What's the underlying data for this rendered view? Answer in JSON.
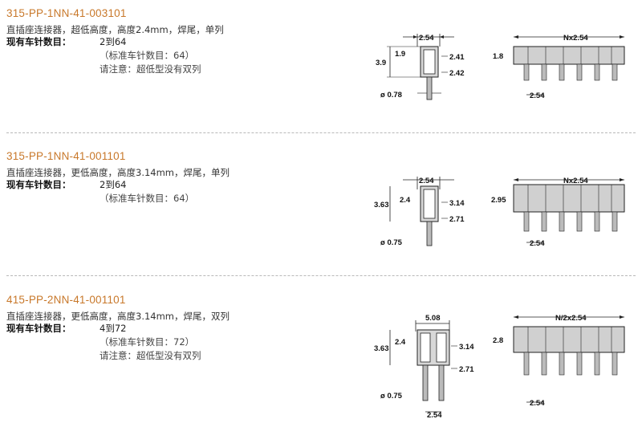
{
  "products": [
    {
      "part_number": "315-PP-1NN-41-003101",
      "description": "直插座连接器，超低高度，高度2.4mm，焊尾，单列",
      "stock_label": "现有车针数目：",
      "pin_range": "2到64",
      "standard_pins": "（标准车针数目：64）",
      "note": "请注意：超低型没有双列",
      "side_view": {
        "pitch": "2.54",
        "height": "3.9",
        "inner": "1.9",
        "dim_a": "2.41",
        "dim_b": "2.42",
        "diameter": "ø 0.78"
      },
      "front_view": {
        "total": "Nx2.54",
        "height": "1.8",
        "pitch": "2.54"
      }
    },
    {
      "part_number": "315-PP-1NN-41-001101",
      "description": "直插座连接器，更低高度，高度3.14mm，焊尾，单列",
      "stock_label": "现有车针数目：",
      "pin_range": "2到64",
      "standard_pins": "（标准车针数目：64）",
      "note": "",
      "side_view": {
        "pitch": "2.54",
        "height": "3.63",
        "inner": "2.4",
        "dim_a": "3.14",
        "dim_b": "2.71",
        "diameter": "ø 0.75"
      },
      "front_view": {
        "total": "Nx2.54",
        "height": "2.95",
        "pitch": "2.54"
      }
    },
    {
      "part_number": "415-PP-2NN-41-001101",
      "description": "直插座连接器，更低高度，高度3.14mm，焊尾，双列",
      "stock_label": "现有车针数目：",
      "pin_range": "4到72",
      "standard_pins": "（标准车针数目：72）",
      "note": "请注意：超低型没有双列",
      "side_view": {
        "pitch": "5.08",
        "height": "3.63",
        "inner": "2.4",
        "dim_a": "3.14",
        "dim_b": "2.71",
        "diameter": "ø 0.75",
        "row_pitch": "2.54"
      },
      "front_view": {
        "total": "N/2x2.54",
        "height": "2.8",
        "pitch": "2.54"
      }
    }
  ]
}
